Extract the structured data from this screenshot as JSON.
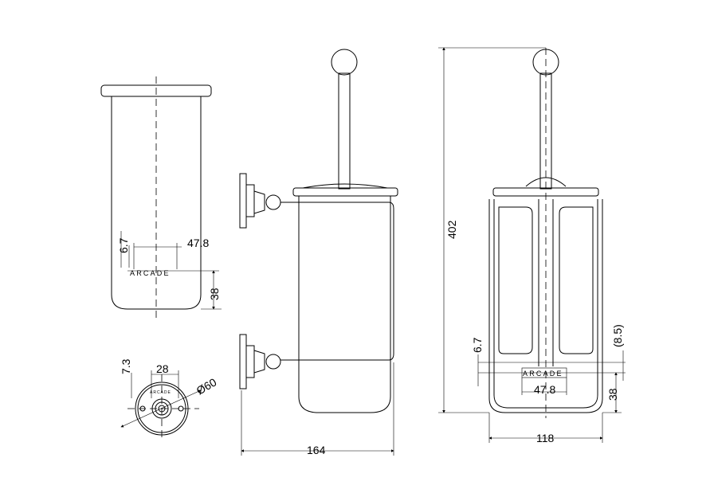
{
  "drawing": {
    "brand_label": "ARCADE",
    "dimensions": {
      "cup_side": {
        "gap": "6.7",
        "width": "47.8",
        "height": "38"
      },
      "rose": {
        "offset": "7.3",
        "hole_spacing": "28",
        "diameter": "Ø60"
      },
      "side_view": {
        "depth": "164"
      },
      "front_view": {
        "height": "402",
        "width": "118",
        "gap": "6.7",
        "offset": "(8.5)",
        "label_width": "47.8",
        "label_height": "38"
      }
    }
  }
}
